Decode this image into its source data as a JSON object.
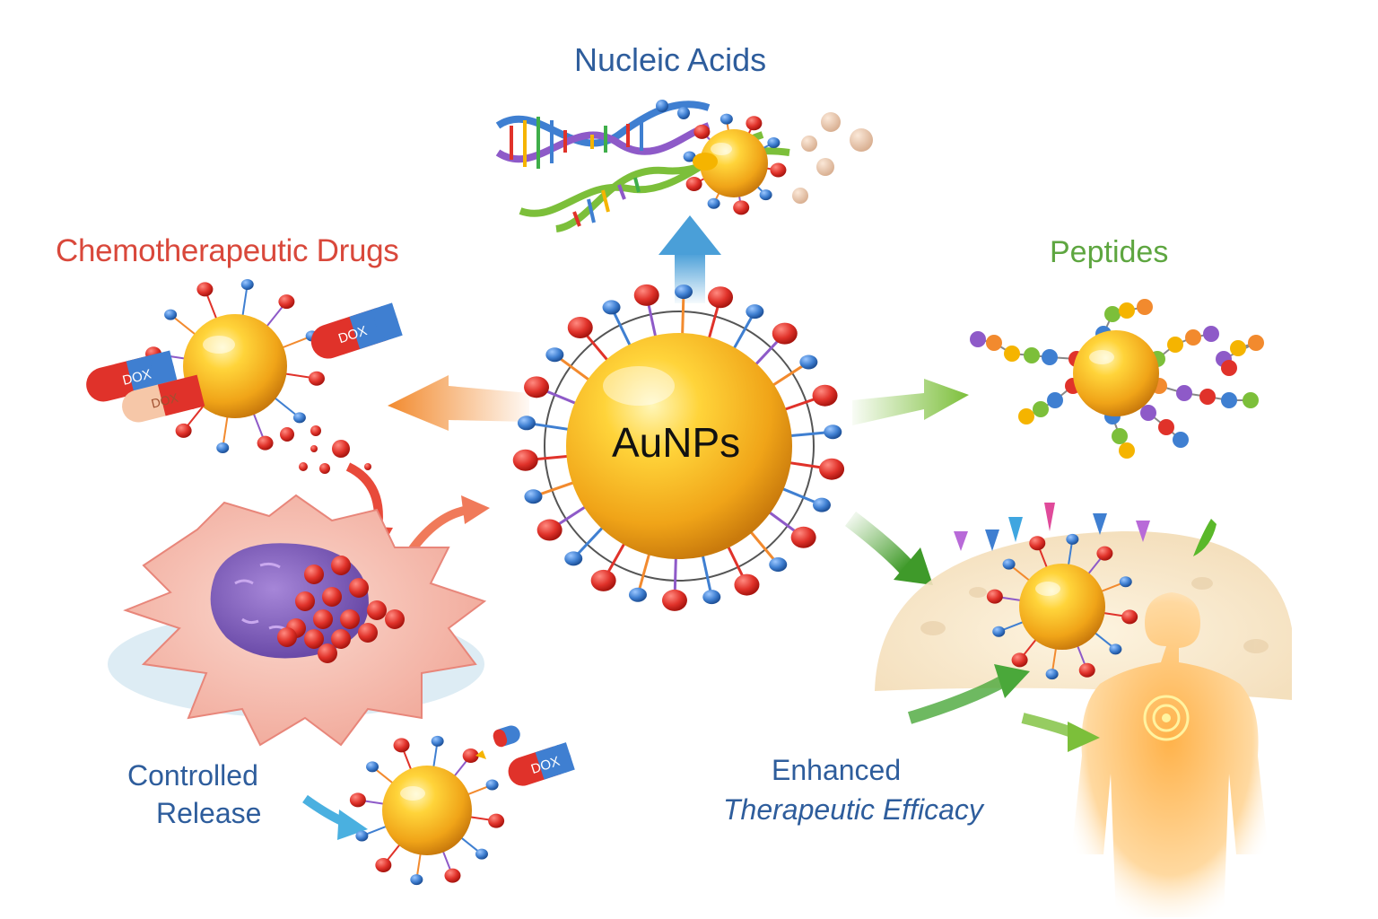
{
  "labels": {
    "nucleic_acids": "Nucleic Acids",
    "chemo_drugs": "Chemotherapeutic Drugs",
    "peptides": "Peptides",
    "center": "AuNPs",
    "controlled_release_line1": "Controlled",
    "controlled_release_line2": "Release",
    "efficacy_line1": "Enhanced",
    "efficacy_line2": "Therapeutic Efficacy"
  },
  "drug_labels": {
    "dox_1": "DOX",
    "dox_2": "DOX",
    "dox_3": "DOX",
    "dox_4": "DOX"
  },
  "colors": {
    "gold": "#f2b01e",
    "nucleic_title": "#2e5d9c",
    "chemo_title": "#d9483b",
    "peptides_title": "#5ea640",
    "arrow_blue": "#4a9fd8",
    "arrow_orange": "#f28a2e",
    "arrow_green": "#7cbf3a",
    "ligand_red": "#e0322a",
    "ligand_blue": "#3f7fd1"
  }
}
